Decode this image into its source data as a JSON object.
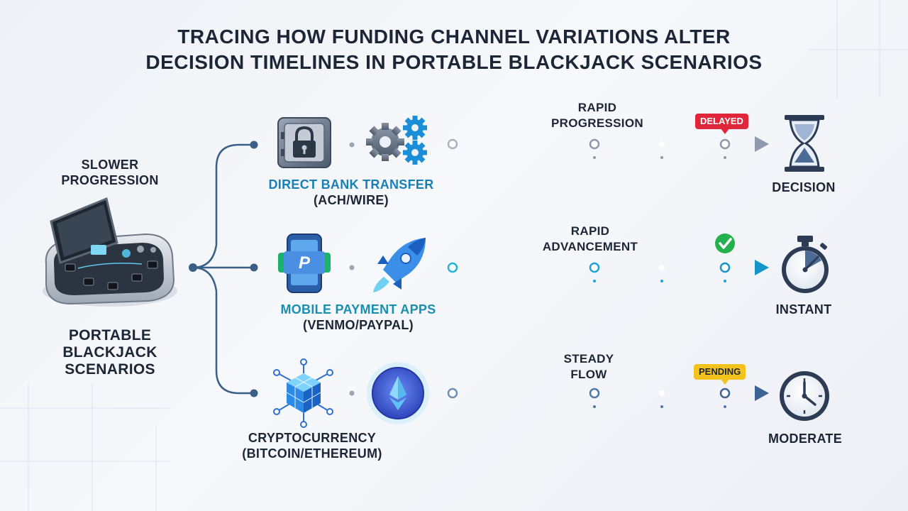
{
  "title": {
    "line1": "TRACING HOW FUNDING CHANNEL VARIATIONS ALTER",
    "line2": "DECISION TIMELINES IN PORTABLE BLACKJACK SCENARIOS"
  },
  "device": {
    "progression_label": "SLOWER PROGRESSION",
    "label_line1": "PORTABLE",
    "label_line2": "BLACKJACK",
    "label_line3": "SCENARIOS"
  },
  "channels": [
    {
      "name": "DIRECT BANK TRANSFER",
      "detail": "(ACH/WIRE)",
      "progression_line1": "RAPID",
      "progression_line2": "PROGRESSION",
      "status": "DELAYED",
      "outcome": "DECISION",
      "icons": [
        "vault-lock-icon",
        "gears-icon",
        "hourglass-icon"
      ]
    },
    {
      "name": "MOBILE PAYMENT APPS",
      "detail": "(VENMO/PAYPAL)",
      "progression_line1": "RAPID",
      "progression_line2": "ADVANCEMENT",
      "status": "check",
      "outcome": "INSTANT",
      "icons": [
        "phone-payment-icon",
        "rocket-icon",
        "stopwatch-icon"
      ]
    },
    {
      "name": "CRYPTOCURRENCY",
      "detail": "(BITCOIN/ETHEREUM)",
      "progression_line1": "STEADY",
      "progression_line2": "FLOW",
      "status": "PENDING",
      "outcome": "MODERATE",
      "icons": [
        "blockchain-cube-icon",
        "ethereum-coin-icon",
        "clock-icon"
      ]
    }
  ],
  "colors": {
    "bank_line": "#a9b4c2",
    "mobile_line": "#22b3d8",
    "crypto_line": "#4f79a8",
    "connector": "#3a5f86",
    "delayed_badge": "#e0263a",
    "pending_badge": "#f4c21d",
    "check_badge": "#22b14c"
  }
}
